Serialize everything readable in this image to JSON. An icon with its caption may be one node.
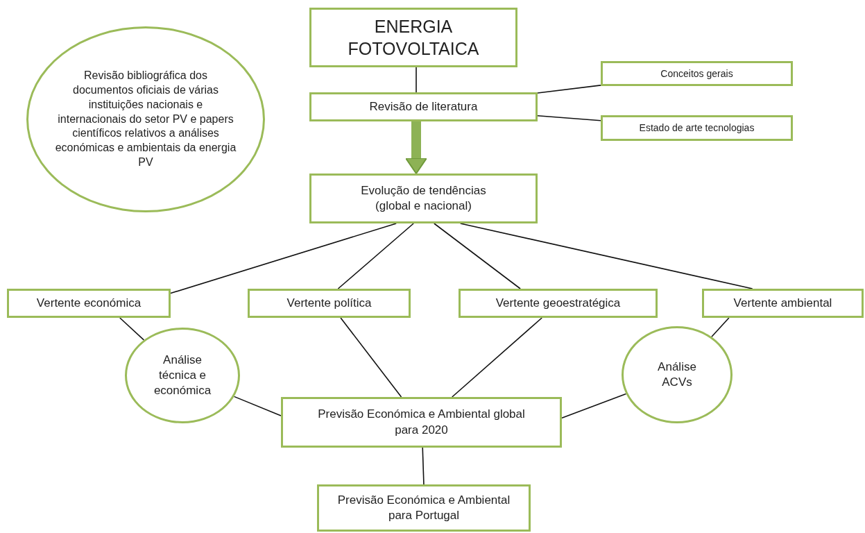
{
  "diagram": {
    "nodes": [
      {
        "text": [
          "Revisão bibliográfica dos documentos oficiais de várias instituições nacionais e internacionais do setor PV e papers científicos relativos a análises económicas e ambientais da energia PV"
        ]
      },
      {
        "text": [
          "ENERGIA FOTOVOLTAICA"
        ]
      },
      {
        "text": [
          "Revisão de literatura"
        ]
      },
      {
        "text": [
          "Conceitos gerais"
        ]
      },
      {
        "text": [
          "Estado de arte tecnologias"
        ]
      },
      {
        "text": [
          "Evolução de tendências (global e nacional)"
        ]
      },
      {
        "text": [
          "Vertente económica"
        ]
      },
      {
        "text": [
          "Vertente política"
        ]
      },
      {
        "text": [
          "Vertente geoestratégica"
        ]
      },
      {
        "text": [
          "Vertente ambiental"
        ]
      },
      {
        "text": [
          "Análise técnica e económica"
        ]
      },
      {
        "text": [
          "Previsão Económica e Ambiental global para 2020"
        ]
      },
      {
        "text": [
          "Análise ACVs"
        ]
      },
      {
        "text": [
          "Previsão Económica e Ambiental para Portugal"
        ]
      }
    ],
    "edges": [
      {
        "from": 1,
        "to": 2,
        "arrow": "none"
      },
      {
        "from": 2,
        "to": 3,
        "arrow": "none"
      },
      {
        "from": 2,
        "to": 4,
        "arrow": "none"
      },
      {
        "from": 2,
        "to": 5,
        "arrow": "to",
        "style": "thick",
        "color": "#8db255"
      },
      {
        "from": 5,
        "to": 6,
        "arrow": "none"
      },
      {
        "from": 5,
        "to": 7,
        "arrow": "none"
      },
      {
        "from": 5,
        "to": 8,
        "arrow": "none"
      },
      {
        "from": 5,
        "to": 9,
        "arrow": "none"
      },
      {
        "from": 6,
        "to": 10,
        "arrow": "none"
      },
      {
        "from": 10,
        "to": 11,
        "arrow": "none"
      },
      {
        "from": 7,
        "to": 11,
        "arrow": "none"
      },
      {
        "from": 8,
        "to": 11,
        "arrow": "none"
      },
      {
        "from": 9,
        "to": 12,
        "arrow": "none"
      },
      {
        "from": 12,
        "to": 11,
        "arrow": "none"
      },
      {
        "from": 11,
        "to": 13,
        "arrow": "none"
      }
    ]
  }
}
